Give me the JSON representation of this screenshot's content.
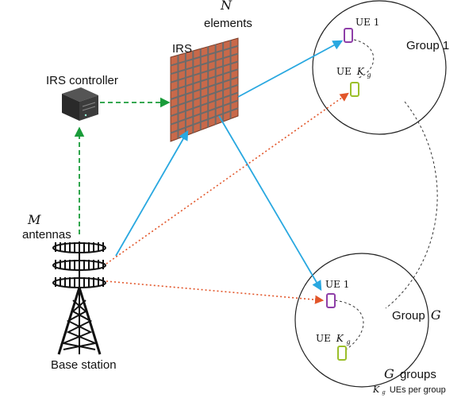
{
  "labels": {
    "n_symbol": "N",
    "n_elements": "elements",
    "irs": "IRS",
    "irs_controller": "IRS controller",
    "m_symbol": "M",
    "antennas": "antennas",
    "base_station": "Base station",
    "group1_name": "Group 1",
    "groupG_prefix": "Group",
    "groupG_symbol": "G",
    "ue1_top": "UE 1",
    "uek_top_prefix": "UE",
    "uek_top_symbol": "K",
    "uek_top_sub": "g",
    "ue1_bottom": "UE 1",
    "uek_bottom_prefix": "UE",
    "uek_bottom_symbol": "K",
    "uek_bottom_sub": "g",
    "g_groups_symbol": "G",
    "g_groups_text": "groups",
    "kg_symbol": "K",
    "kg_sub": "g",
    "kg_text": "UEs per group"
  },
  "colors": {
    "blue_link": "#29a8e0",
    "green_control": "#1a9c3a",
    "orange_direct": "#e2562a",
    "irs_panel": "#c8694a",
    "irs_grid": "#6b6b6b",
    "phone_purple": "#8e3ea8",
    "phone_green": "#9bbf2a"
  }
}
